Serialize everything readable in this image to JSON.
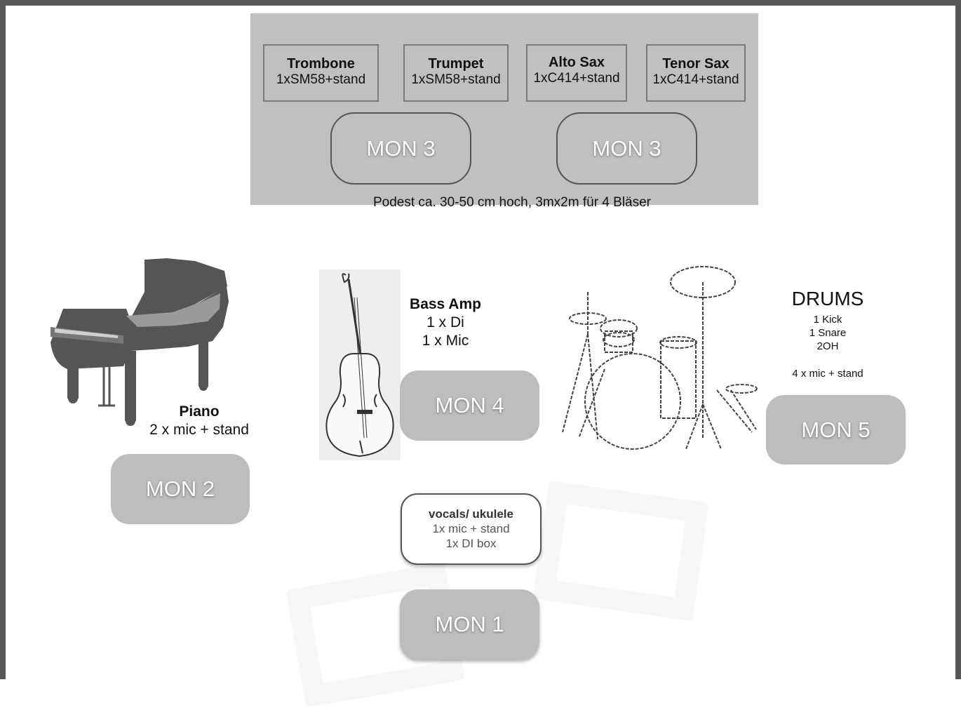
{
  "horns": [
    {
      "name": "Trombone",
      "mic": "1xSM58+stand"
    },
    {
      "name": "Trumpet",
      "mic": "1xSM58+stand"
    },
    {
      "name": "Alto Sax",
      "mic": "1xC414+stand"
    },
    {
      "name": "Tenor Sax",
      "mic": "1xC414+stand"
    }
  ],
  "monitors": {
    "mon3a": "MON 3",
    "mon3b": "MON 3",
    "mon4": "MON 4",
    "mon5": "MON 5",
    "mon2": "MON 2",
    "mon1": "MON 1"
  },
  "podium_caption": "Podest ca. 30-50 cm hoch, 3mx2m für 4 Bläser",
  "piano": {
    "title": "Piano",
    "detail": "2 x mic + stand"
  },
  "bass": {
    "title": "Bass Amp",
    "line1": "1 x Di",
    "line2": "1 x Mic"
  },
  "drums": {
    "title": "DRUMS",
    "line1": "1 Kick",
    "line2": "1 Snare",
    "line3": "2OH",
    "line4": "4 x mic + stand"
  },
  "vocals": {
    "title": "vocals/ ukulele",
    "line1": "1x mic + stand",
    "line2": "1x DI box"
  },
  "colors": {
    "frame": "#575757",
    "podium": "#c0c0c0",
    "monitor": "#bdbdbd"
  }
}
